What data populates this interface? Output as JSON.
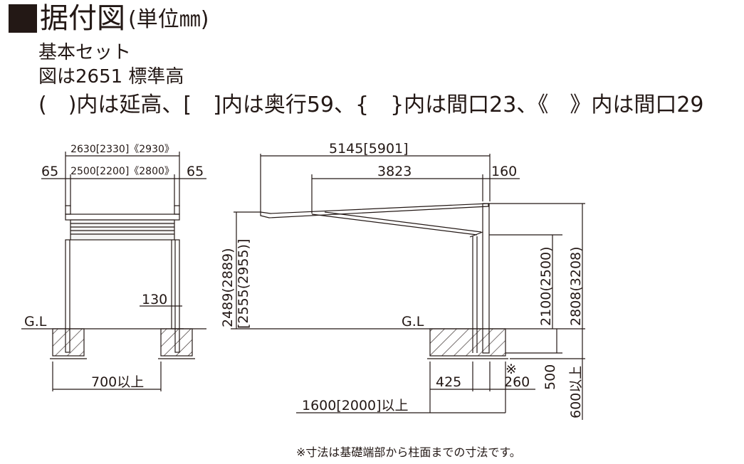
{
  "header": {
    "title": "据付図",
    "unit": "(単位㎜)"
  },
  "notes": {
    "line1": "基本セット",
    "line2": "図は2651 標準高",
    "line3": "(　)内は延高、[　]内は奥行59、{　}内は間口23、《　》内は間口29"
  },
  "front_view": {
    "top_width": "2630[2330]《2930》",
    "left_margin": "65",
    "inner_width": "2500[2200]《2800》",
    "right_margin": "65",
    "beam": "130",
    "gl": "G.L",
    "min_spacing": "700以上"
  },
  "side_view": {
    "total_depth": "5145[5901]",
    "roof_depth": "3823",
    "post_width": "160",
    "eave_height": "2489(2889)",
    "eave_height_alt": "[2555(2955)]",
    "beam_height": "2100(2500)",
    "total_height": "2808(3208)",
    "gl": "G.L",
    "foundation_offset": "425",
    "note_mark": "※",
    "foundation_width": "260",
    "foundation_depth": "500",
    "min_foundation": "600以上",
    "min_clearance": "1600[2000]以上"
  },
  "footnote": "※寸法は基礎端部から柱面までの寸法です。",
  "colors": {
    "line": "#231815",
    "background": "#ffffff"
  }
}
